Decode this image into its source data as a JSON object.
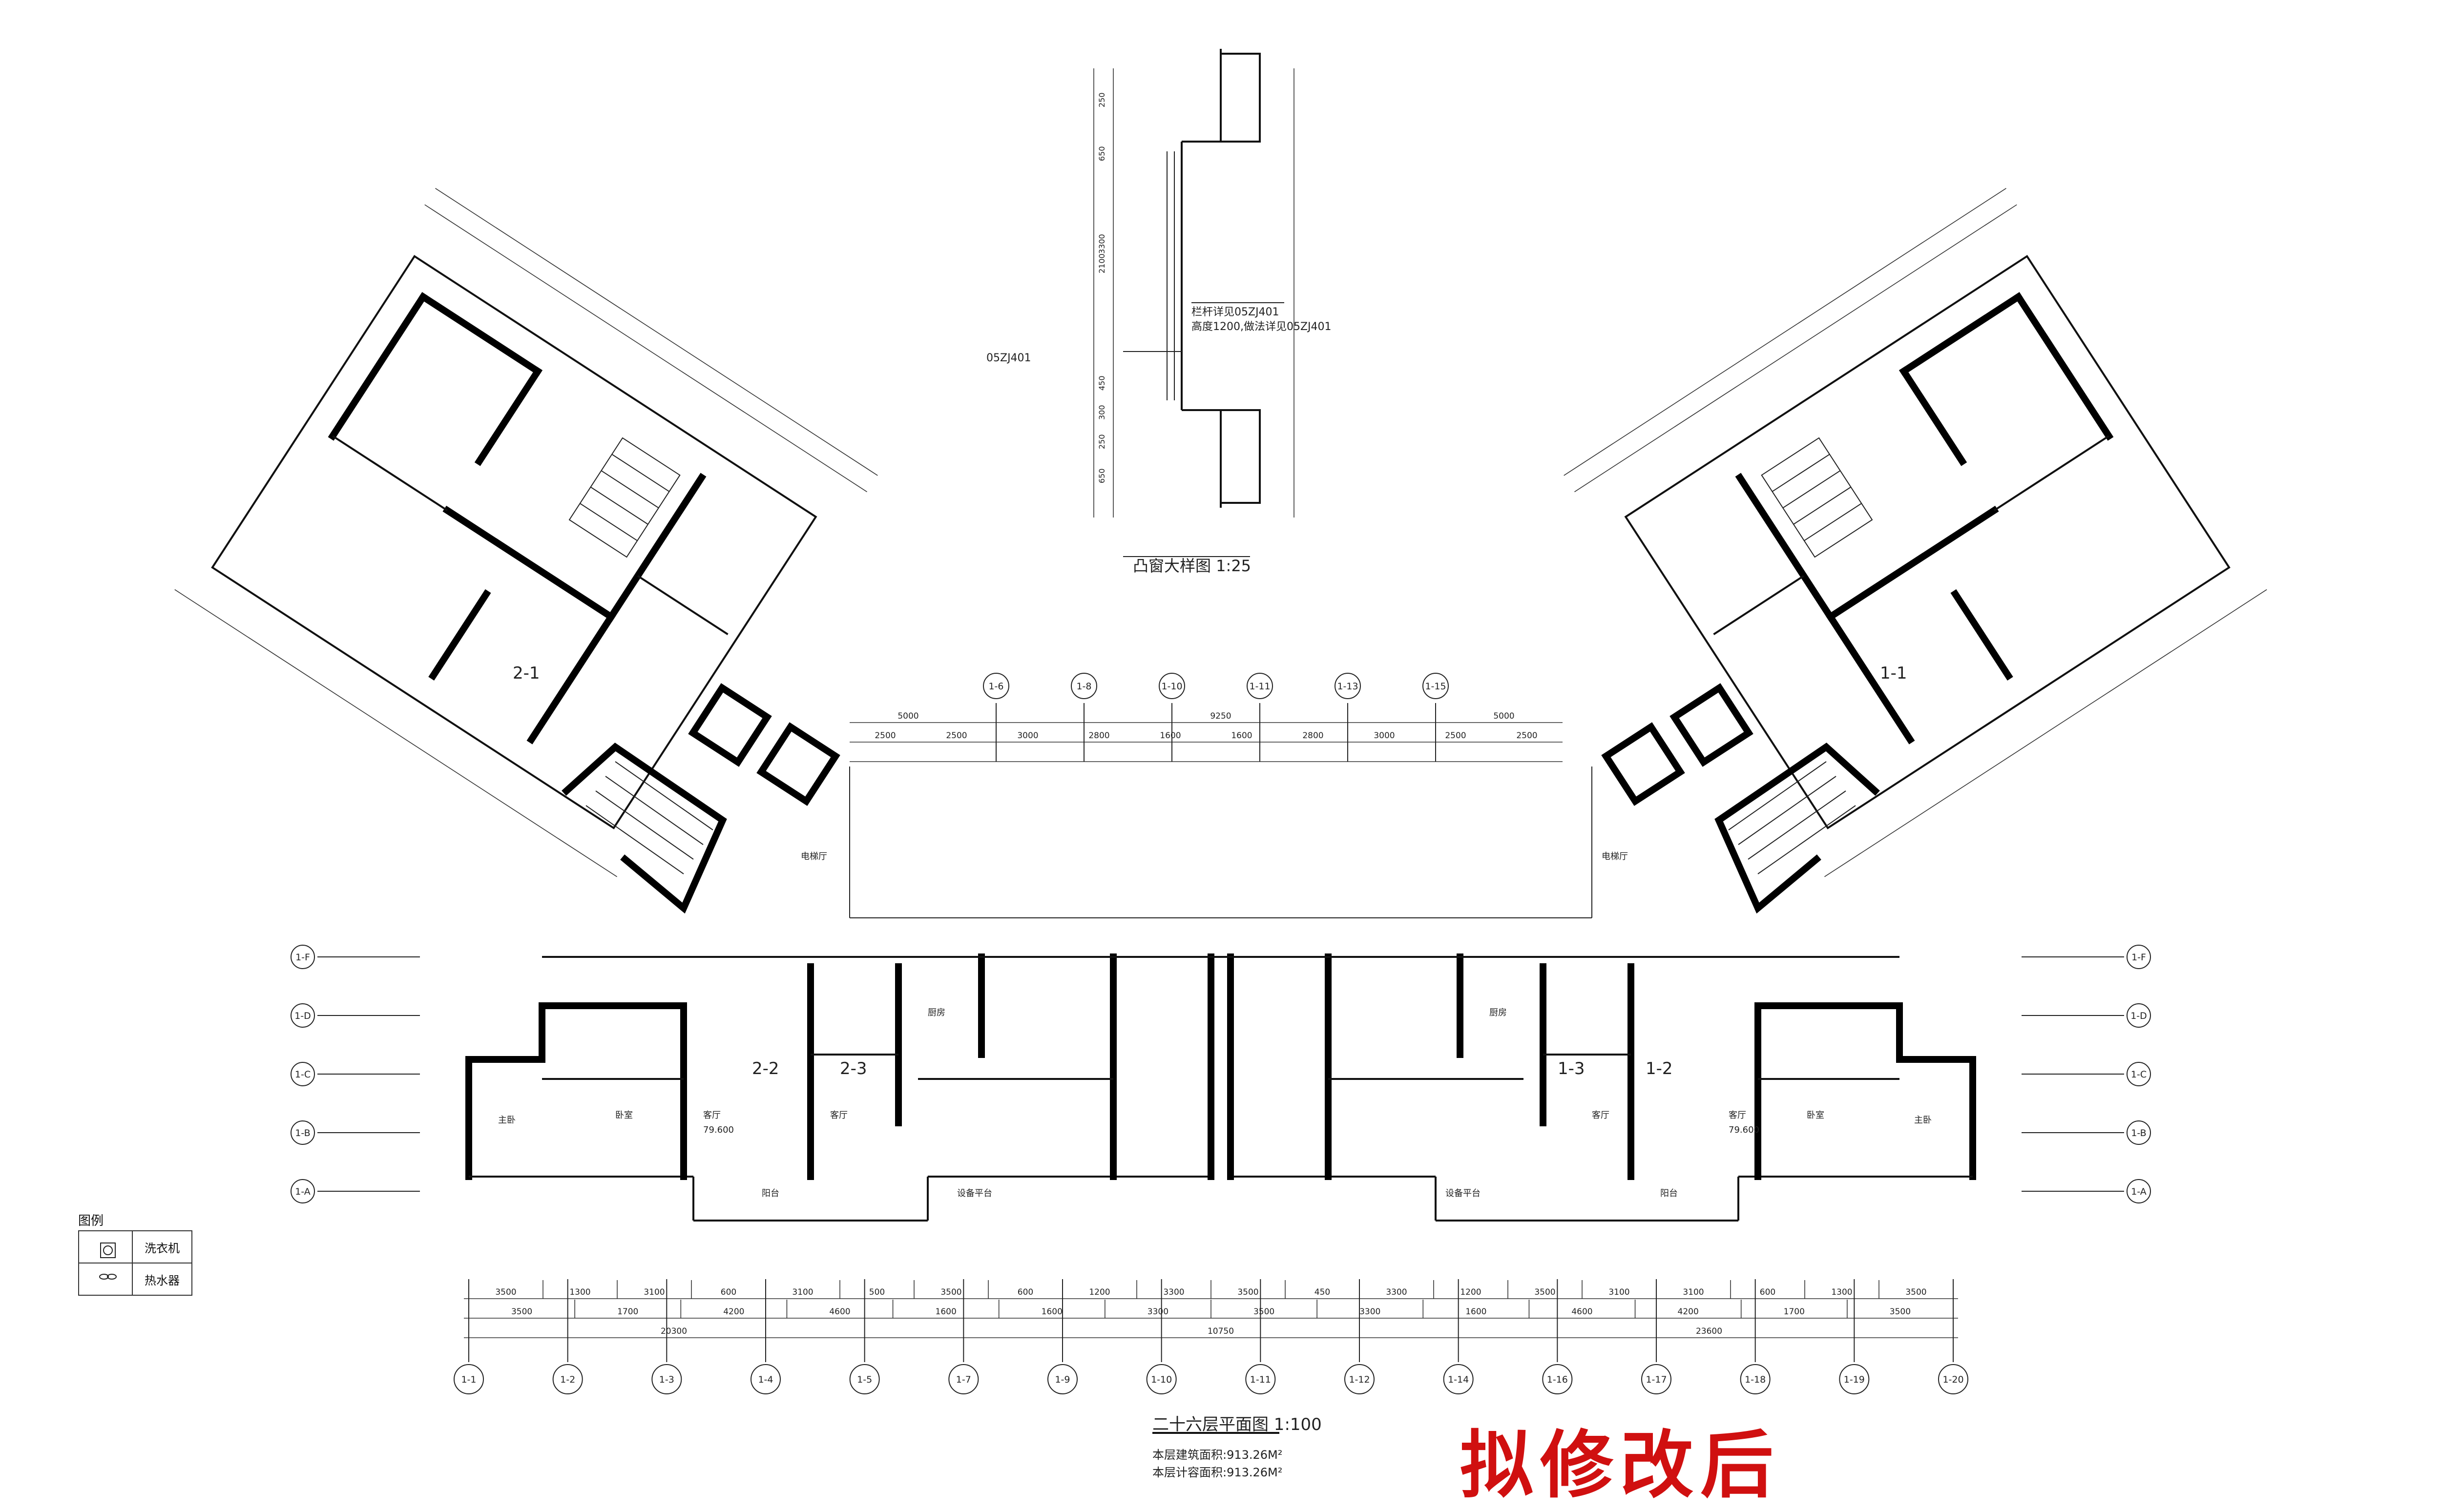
{
  "drawing": {
    "watermark_label": "拟修改后",
    "main_title": "二十六层平面图 1:100",
    "area_building": "本层建筑面积:913.26M²",
    "area_counted": "本层计容面积:913.26M²",
    "detail_title": "凸窗大样图 1:25",
    "detail_ref_1": "栏杆详见05ZJ401",
    "detail_ref_2": "高度1200,做法详见05ZJ401",
    "detail_ref_3": "05ZJ401"
  },
  "legend": {
    "title": "图例",
    "rows": [
      {
        "icon": "washing-machine-icon",
        "label": "洗衣机"
      },
      {
        "icon": "water-heater-icon",
        "label": "热水器"
      }
    ]
  },
  "units": [
    "2-1",
    "2-2",
    "2-3",
    "1-3",
    "1-2",
    "1-1"
  ],
  "rooms": {
    "living": "客厅",
    "bedroom": "卧室",
    "master": "主卧",
    "kitchen": "厨房",
    "balcony": "阳台",
    "elevator_hall": "电梯厅",
    "stair": "楼梯间",
    "equipment": "设备平台",
    "elevation": "79.600"
  },
  "bottom_axes": [
    "1-1",
    "1-2",
    "1-3",
    "1-4",
    "1-5",
    "1-7",
    "1-9",
    "1-10",
    "1-11",
    "1-12",
    "1-14",
    "1-16",
    "1-17",
    "1-18",
    "1-19",
    "1-20"
  ],
  "top_axes": [
    "1-6",
    "1-8",
    "1-10",
    "1-11",
    "1-13",
    "1-15"
  ],
  "side_axes_left": [
    "1-F",
    "1-D",
    "1-C",
    "1-B",
    "1-A"
  ],
  "side_axes_right": [
    "1-F",
    "1-D",
    "1-C",
    "1-B",
    "1-A"
  ],
  "dims_bottom_row1": [
    "3500",
    "1300",
    "3100",
    "600",
    "3100",
    "500",
    "3500",
    "600",
    "1200",
    "3300",
    "3500",
    "450",
    "3300",
    "1200",
    "3500",
    "3100",
    "3100",
    "600",
    "1300",
    "3500"
  ],
  "dims_bottom_row2": [
    "3500",
    "1700",
    "4200",
    "4600",
    "1600",
    "1600",
    "3300",
    "3500",
    "3300",
    "1600",
    "4600",
    "4200",
    "1700",
    "3500"
  ],
  "dims_bottom_totals": [
    "20300",
    "10750",
    "23600"
  ],
  "dims_top_row1": [
    "2500",
    "2500",
    "3000",
    "2800",
    "1600",
    "1600",
    "2800",
    "3000",
    "2500",
    "2500"
  ],
  "dims_top_totals": [
    "5000",
    "9250",
    "5000"
  ],
  "detail_dims": [
    "250",
    "650",
    "3300",
    "2100",
    "450",
    "300",
    "250",
    "650"
  ]
}
